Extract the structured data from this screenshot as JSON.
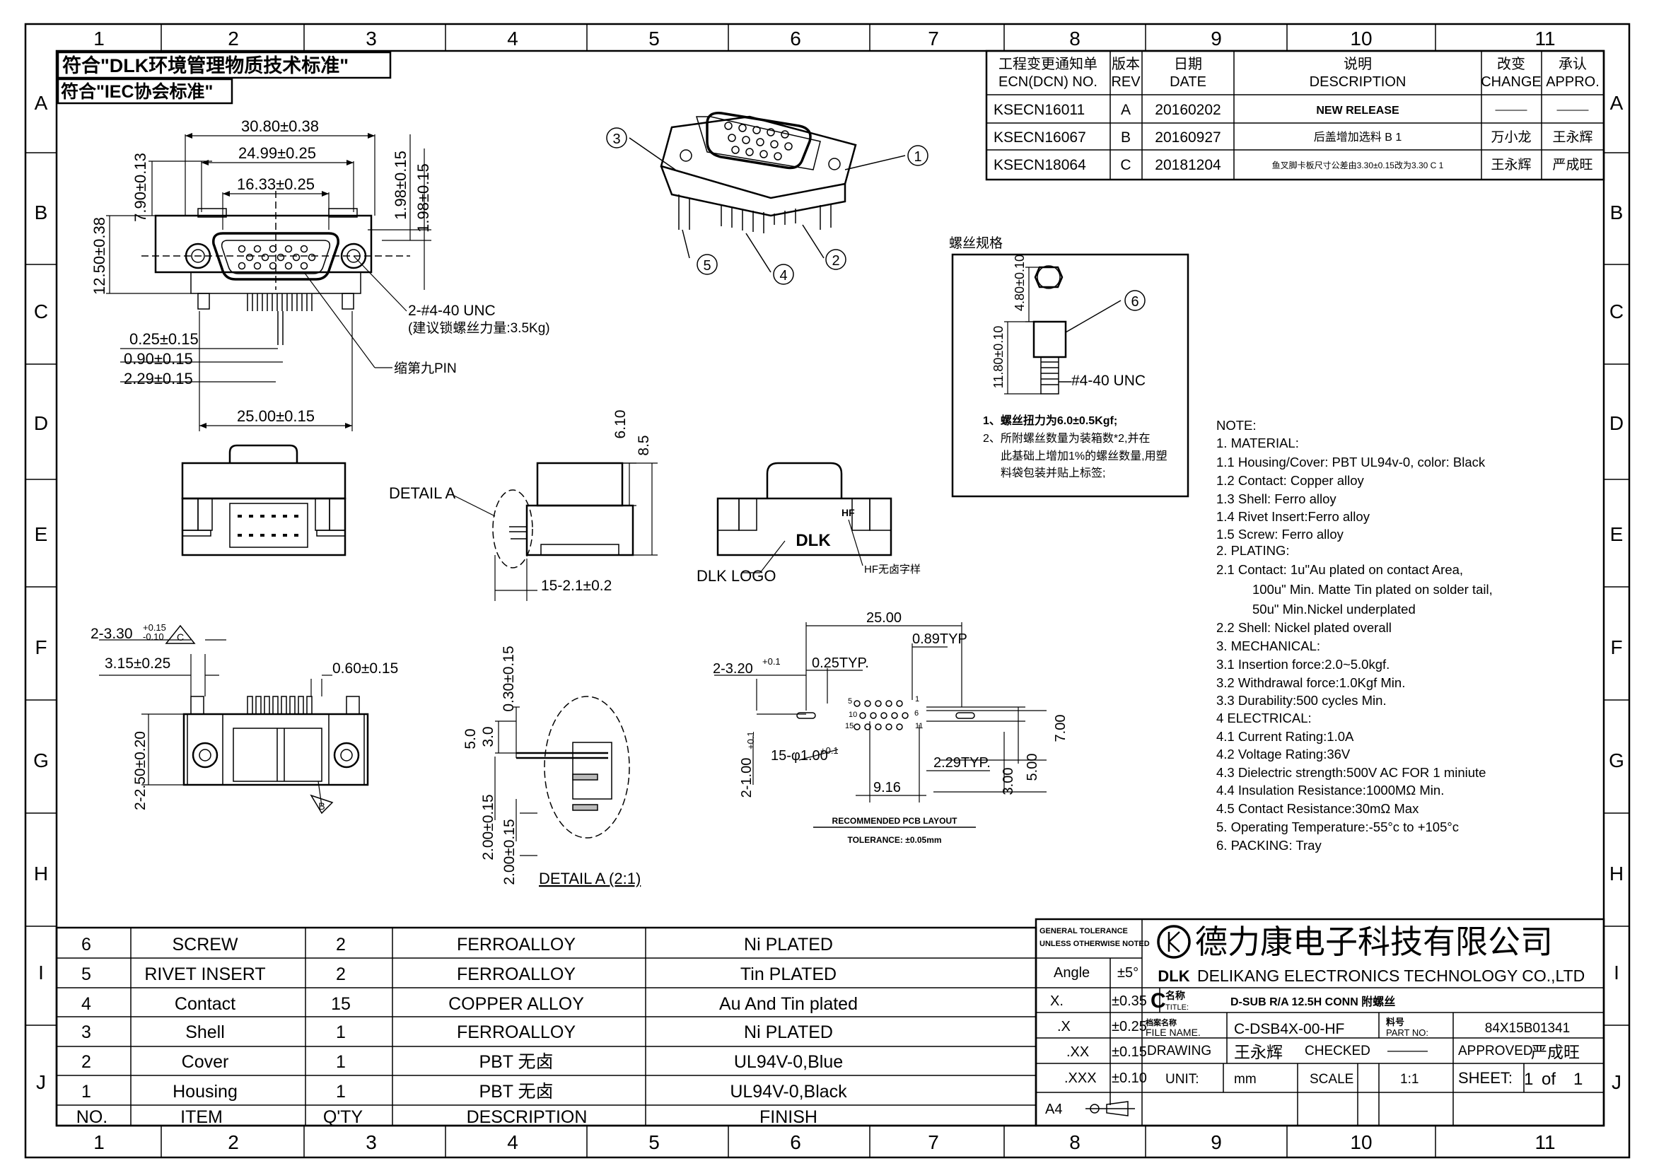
{
  "grid": {
    "cols": [
      "1",
      "2",
      "3",
      "4",
      "5",
      "6",
      "7",
      "8",
      "9",
      "10",
      "11"
    ],
    "rows_left": [
      "A",
      "B",
      "C",
      "D",
      "E",
      "F",
      "G",
      "H",
      "I",
      "J"
    ],
    "rows_right": [
      "A",
      "B",
      "C",
      "D",
      "E",
      "F",
      "G",
      "H",
      "I",
      "J"
    ]
  },
  "compliance": {
    "dlk": "符合\"DLK环境管理物质技术标准\"",
    "iec": "符合\"IEC协会标准\""
  },
  "ecn": {
    "headers": {
      "ecn": "工程变更通知单",
      "ecn_en": "ECN(DCN) NO.",
      "rev": "版本",
      "rev_en": "REV",
      "date": "日期",
      "date_en": "DATE",
      "desc": "说明",
      "desc_en": "DESCRIPTION",
      "change": "改变",
      "change_en": "CHANGE",
      "appro": "承认",
      "appro_en": "APPRO."
    },
    "rows": [
      {
        "ecn": "KSECN16011",
        "rev": "A",
        "date": "20160202",
        "desc": "NEW RELEASE",
        "change": "———",
        "appro": "———"
      },
      {
        "ecn": "KSECN16067",
        "rev": "B",
        "date": "20160927",
        "desc": "后盖增加选料 B 1",
        "change": "万小龙",
        "appro": "王永辉"
      },
      {
        "ecn": "KSECN18064",
        "rev": "C",
        "date": "20181204",
        "desc": "鱼叉脚卡板尺寸公差由3.30±0.15改为3.30 C 1",
        "change": "王永辉",
        "appro": "严成旺"
      }
    ]
  },
  "top_view": {
    "dims": {
      "w_total": "30.80±0.38",
      "w_shell": "24.99±0.25",
      "w_inner": "16.33±0.25",
      "h_left": "7.90±0.13",
      "h_total": "12.50±0.38",
      "r1": "1.98±0.15",
      "r2": "1.98±0.15",
      "p1": "0.25±0.15",
      "p2": "0.90±0.15",
      "p3": "2.29±0.15",
      "w_pins": "25.00±0.15"
    },
    "notes": {
      "screw": "2-#4-40 UNC",
      "torque": "(建议锁螺丝力量:3.5Kg)",
      "pin9": "缩第九PIN"
    }
  },
  "iso": {
    "balloons": [
      "1",
      "2",
      "3",
      "4",
      "5"
    ]
  },
  "front": {
    "detail_label": "DETAIL A"
  },
  "side": {
    "h1": "6.10",
    "h2": "8.5",
    "w": "15-2.1±0.2"
  },
  "back": {
    "logo": "DLK",
    "logo_label": "DLK LOGO",
    "hf": "HF",
    "hf_label": "HF无卤字样"
  },
  "screw_spec": {
    "title": "螺丝规格",
    "d1": "4.80±0.10",
    "d2": "11.80±0.10",
    "thread": "#4-40 UNC",
    "balloon": "6",
    "note1": "1、螺丝扭力为6.0±0.5Kgf;",
    "note2a": "2、所附螺丝数量为装箱数*2,并在",
    "note2b": "此基础上增加1%的螺丝数量,用塑",
    "note2c": "料袋包装并贴上标签;"
  },
  "lower_front": {
    "d1": "2-3.30",
    "d1_tol_up": "+0.15",
    "d1_tol_dn": "-0.10",
    "rev_c": "C",
    "d2": "3.15±0.25",
    "d3": "0.60±0.15",
    "d4": "2-2.50±0.20",
    "rev_b": "B"
  },
  "detail_a": {
    "d1": "3.0",
    "d2": "0.30±0.15",
    "d3": "5.0",
    "d4": "2.00±0.15",
    "d5": "2.00±0.15",
    "title": "DETAIL A (2:1)"
  },
  "pcb": {
    "w": "25.00",
    "typ1": "0.89TYP",
    "typ2": "0.25TYP.",
    "mount_hole": "2-3.20",
    "mount_tol": "+0.1",
    "holes": "15-φ1.00",
    "holes_tol": "+0.1",
    "left": "2-1.00",
    "left_tol": "+0.1",
    "h1": "7.00",
    "h2": "5.00",
    "h3": "3.00",
    "typ3": "2.29TYP.",
    "w2": "9.16",
    "pin5": "5",
    "pin1": "1",
    "pin10": "10",
    "pin6": "6",
    "pin15": "15",
    "pin11": "11",
    "title": "RECOMMENDED PCB LAYOUT",
    "tol": "TOLERANCE: ±0.05mm"
  },
  "notes": {
    "lines": [
      "NOTE:",
      "1. MATERIAL:",
      "1.1 Housing/Cover: PBT UL94v-0, color: Black",
      "1.2 Contact: Copper alloy",
      "1.3 Shell: Ferro alloy",
      "1.4 Rivet Insert:Ferro alloy",
      "1.5 Screw: Ferro alloy",
      "2. PLATING:",
      "2.1 Contact: 1u\"Au plated on contact Area,",
      "100u\" Min. Matte Tin plated on solder tail,",
      "50u\" Min.Nickel underplated",
      "2.2 Shell: Nickel plated overall",
      "3. MECHANICAL:",
      "3.1 Insertion force:2.0~5.0kgf.",
      "3.2 Withdrawal force:1.0Kgf Min.",
      "3.3 Durability:500 cycles Min.",
      "4 ELECTRICAL:",
      "4.1 Current Rating:1.0A",
      "4.2 Voltage Rating:36V",
      "4.3 Dielectric strength:500V AC FOR 1 miniute",
      "4.4 Insulation Resistance:1000MΩ Min.",
      "4.5 Contact Resistance:30mΩ Max",
      "5. Operating Temperature:-55°c to +105°c",
      "6. PACKING: Tray"
    ]
  },
  "bom": {
    "headers": [
      "NO.",
      "ITEM",
      "Q'TY",
      "DESCRIPTION",
      "FINISH"
    ],
    "rows": [
      [
        "6",
        "SCREW",
        "2",
        "FERROALLOY",
        "Ni PLATED"
      ],
      [
        "5",
        "RIVET INSERT",
        "2",
        "FERROALLOY",
        "Tin PLATED"
      ],
      [
        "4",
        "Contact",
        "15",
        "COPPER ALLOY",
        "Au And Tin plated"
      ],
      [
        "3",
        "Shell",
        "1",
        "FERROALLOY",
        "Ni PLATED"
      ],
      [
        "2",
        "Cover",
        "1",
        "PBT 无卤",
        "UL94V-0,Blue"
      ],
      [
        "1",
        "Housing",
        "1",
        "PBT 无卤",
        "UL94V-0,Black"
      ]
    ]
  },
  "title_block": {
    "gen_tol_1": "GENERAL TOLERANCE",
    "gen_tol_2": "UNLESS OTHERWISE NOTED",
    "angle": "Angle",
    "angle_v": "±5°",
    "x": "X.",
    "x_v": "±0.35",
    "xx1": ".X",
    "xx1_v": "±0.25",
    "xx2": ".XX",
    "xx2_v": "±0.15",
    "xx3": ".XXX",
    "xx3_v": "±0.10",
    "size": "A4",
    "company_cn": "德力康电子科技有限公司",
    "logo": "DLK",
    "company_en": "DELIKANG ELECTRONICS TECHNOLOGY CO.,LTD",
    "rev": "C",
    "name_label_cn": "名称",
    "name_label_en": "TITLE:",
    "name": "D-SUB R/A 12.5H CONN 附螺丝",
    "file_label_cn": "档案名称",
    "file_label_en": "FILE NAME.",
    "file": "C-DSB4X-00-HF",
    "part_label_cn": "料号",
    "part_label_en": "PART NO:",
    "part": "84X15B01341",
    "drawing": "DRAWING",
    "drawing_v": "王永辉",
    "checked": "CHECKED",
    "checked_v": "———",
    "approved": "APPROVED",
    "approved_v": "严成旺",
    "unit": "UNIT:",
    "unit_v": "mm",
    "scale": "SCALE",
    "scale_v": "1:1",
    "sheet": "SHEET:",
    "sheet_v": "1",
    "of": "of",
    "sheet_total": "1"
  }
}
